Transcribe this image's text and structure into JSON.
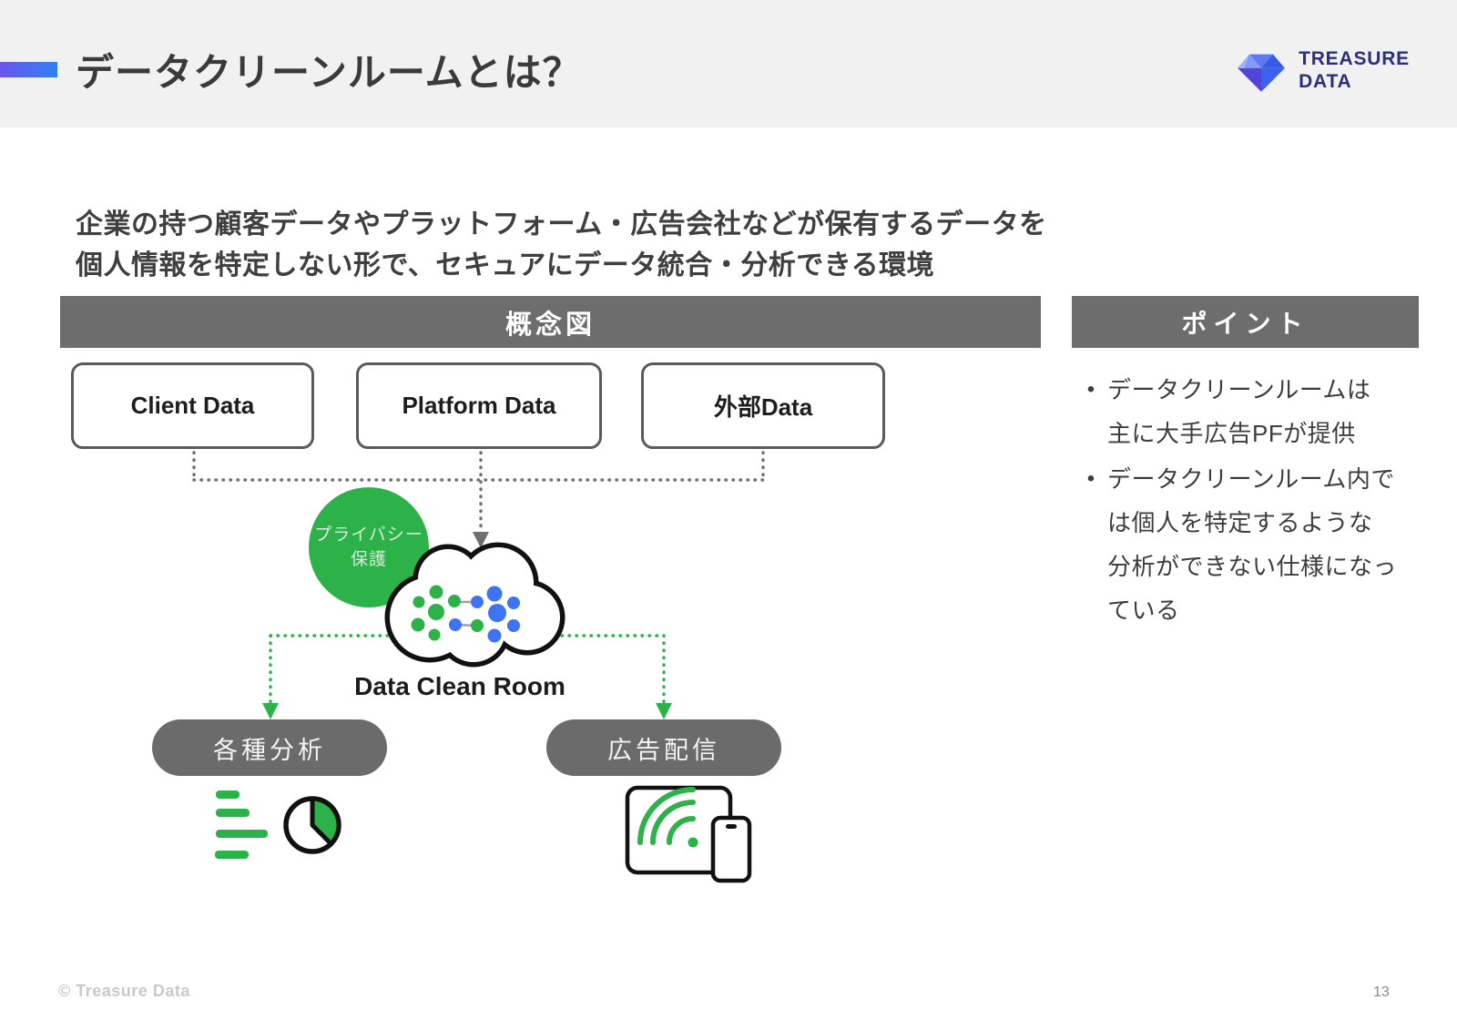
{
  "header": {
    "title": "データクリーンルームとは？",
    "logo": {
      "brand": "TREASURE\nDATA",
      "icon": "treasure-data-gem-icon"
    }
  },
  "intro": {
    "text": "企業の持つ顧客データやプラットフォーム・広告会社などが保有するデータを\n個人情報を特定しない形で、セキュアにデータ統合・分析できる環境"
  },
  "concept": {
    "banner": "概念図",
    "sources": [
      {
        "label": "Client Data"
      },
      {
        "label": "Platform Data"
      },
      {
        "label": "外部Data"
      }
    ],
    "privacy_badge": {
      "label": "プライバシー\n保護"
    },
    "cloud": {
      "label": "Data Clean Room",
      "icon": "cloud-data-network-icon"
    },
    "outputs": [
      {
        "label": "各種分析",
        "icon": "bar-chart-pie-chart-icon"
      },
      {
        "label": "広告配信",
        "icon": "tablet-phone-wifi-icon"
      }
    ]
  },
  "points": {
    "banner": "ポイント",
    "bullet_char": "•",
    "items": [
      {
        "text": "データクリーンルームは\n主に大手広告PFが提供"
      },
      {
        "text": "データクリーンルーム内で\nは個人を特定するような\n分析ができない仕様になっ\nている"
      }
    ]
  },
  "footer": {
    "copyright": "© Treasure Data",
    "page_number": "13"
  },
  "colors": {
    "accent_green": "#2db24a",
    "accent_blue": "#3e74f2",
    "banner_gray": "#6d6d6d",
    "pill_gray": "#6b6b6b",
    "header_bg": "#f1f1f2",
    "title_bar_gradient_start": "#6a56e8",
    "title_bar_gradient_end": "#2e80f7",
    "logo_navy": "#2f2e7a"
  }
}
